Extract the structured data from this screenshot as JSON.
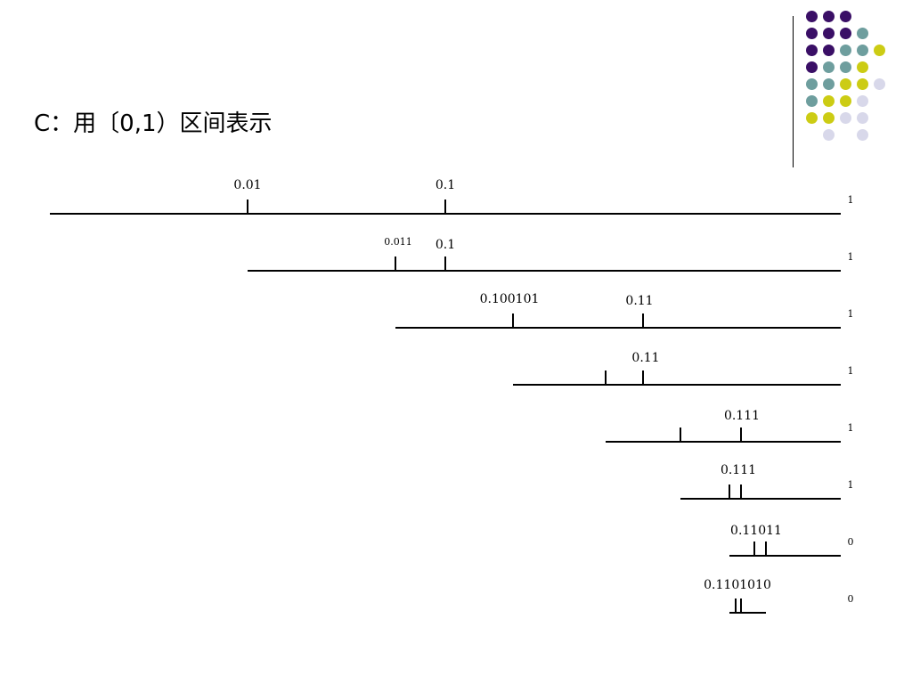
{
  "title": "C：用〔0,1）区间表示",
  "colors": {
    "purple": "#3a0f66",
    "teal": "#6e9e9e",
    "yellow": "#cccc14",
    "lavender": "#d8d8ea",
    "line": "#000000"
  },
  "deco_dots": [
    [
      "purple",
      "purple",
      "purple",
      null,
      null
    ],
    [
      "purple",
      "purple",
      "purple",
      "teal",
      null
    ],
    [
      "purple",
      "purple",
      "teal",
      "teal",
      "yellow"
    ],
    [
      "purple",
      "teal",
      "teal",
      "yellow",
      null
    ],
    [
      "teal",
      "teal",
      "yellow",
      "yellow",
      "lavender"
    ],
    [
      "teal",
      "yellow",
      "yellow",
      "lavender",
      null
    ],
    [
      "yellow",
      "yellow",
      "lavender",
      "lavender",
      null
    ],
    [
      null,
      "lavender",
      null,
      "lavender",
      null
    ]
  ],
  "rows": [
    {
      "end_label": "1",
      "ticks": [
        {
          "label": "0.01"
        },
        {
          "label": "0.1"
        }
      ]
    },
    {
      "end_label": "1",
      "ticks": [
        {
          "label": "0.011"
        },
        {
          "label": "0.1"
        }
      ]
    },
    {
      "end_label": "1",
      "ticks": [
        {
          "label": "0.100101"
        },
        {
          "label": "0.11"
        }
      ]
    },
    {
      "end_label": "1",
      "ticks": [
        {
          "label": ""
        },
        {
          "label": "0.11"
        }
      ]
    },
    {
      "end_label": "1",
      "ticks": [
        {
          "label": ""
        },
        {
          "label": "0.111"
        }
      ]
    },
    {
      "end_label": "1",
      "ticks": [
        {
          "label": ""
        },
        {
          "label": "0.111"
        }
      ]
    },
    {
      "end_label": "0",
      "ticks": [
        {
          "label": ""
        },
        {
          "label": "0.11011"
        }
      ]
    },
    {
      "end_label": "0",
      "ticks": [
        {
          "label": ""
        },
        {
          "label": "0.1101010"
        }
      ]
    }
  ]
}
